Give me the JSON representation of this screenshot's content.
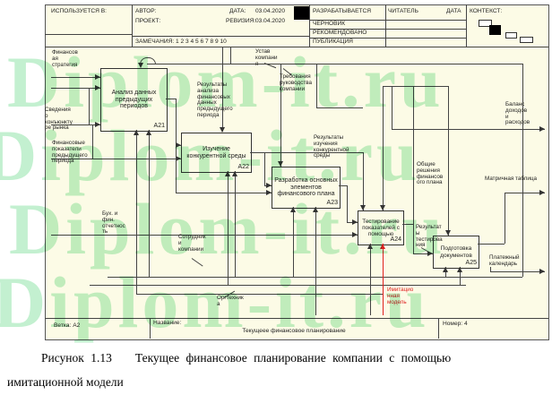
{
  "header": {
    "used_in": "ИСПОЛЬЗУЕТСЯ В:",
    "author_label": "АВТОР:",
    "date_label": "ДАТА:",
    "date_value": "03.04.2020",
    "project_label": "ПРОЕКТ:",
    "revision_label": "РЕВИЗИЯ:",
    "revision_value": "03.04.2020",
    "notes": "ЗАМЕЧАНИЯ: 1 2 3 4 5 6 7 8 9 10",
    "status_rows": [
      "РАЗРАБАТЫВАЕТСЯ",
      "ЧЕРНОВИК",
      "РЕКОМЕНДОВАНО",
      "ПУБЛИКАЦИЯ"
    ],
    "reader_label": "ЧИТАТЕЛЬ",
    "reader_date_label": "ДАТА",
    "context_label": "КОНТЕКСТ:"
  },
  "boxes": {
    "a21": {
      "title": "Анализ данных\nпредыдущих\nпериодов",
      "code": "А21"
    },
    "a22": {
      "title": "Изучение\nконкурентной среды",
      "code": "А22"
    },
    "a23": {
      "title": "Разработка основных\nэлементов\nфинансового плана",
      "code": "А23"
    },
    "a24": {
      "title": "Тестирование\nпоказателей с\nпомощью",
      "code": "А24"
    },
    "a25": {
      "title": "Подготовка\nдокументов",
      "code": "А25"
    }
  },
  "labels": {
    "fin_strategy": "Финансов\nая\nстратегия",
    "svedeniya": "Сведения\nо\nконъюнкту\nре рынка",
    "fin_pokazateli": "Финансовые\nпоказатели\nпредыдущего\nпериода",
    "buh_otchetnost": "Бух. и\nфин.\nотчетнос\nть",
    "sotrudniki": "Сотрудник\nи\nкомпании",
    "orgtehnika": "Оргтехник\nа",
    "rezultaty_analiza": "Результаты\nанализа\nфинансовых\nданных\nпредыдущего\nпериода",
    "ustav": "Устав\nкомпани\nя",
    "trebovaniya": "Требования\nруководства\nкомпании",
    "rezultaty_izucheniya": "Результаты\nизучения\nконкурентной\nсреды",
    "obshie_resheniya": "Общие\nрешения\nфинансов\nого плана",
    "rezultaty_testirovaniya": "Результат\nы\nтестирова\nния",
    "balans": "Баланс\nдоходов\nи\nрасходов",
    "matrichnaya": "Матричная таблица",
    "platezhny": "Платежный\nкалендарь",
    "imitacionnaya": "Имитацио\nнная\nмодель"
  },
  "footer": {
    "branch": "Ветка: А2",
    "name_label": "Название:",
    "name_value": "Текущеее финансовое планирование",
    "number": "Номер: 4"
  },
  "caption": {
    "figure": "Рисунок 1.13",
    "line1": "Текущее финансовое планирование компании с помощью",
    "line2": "имитационной модели"
  },
  "watermark": {
    "text": "Diplom-it.ru"
  },
  "colors": {
    "sheet_bg": "#fcfbe6",
    "line": "#444444",
    "accent_red": "#e02020",
    "watermark_green": "#9fe7b4"
  }
}
